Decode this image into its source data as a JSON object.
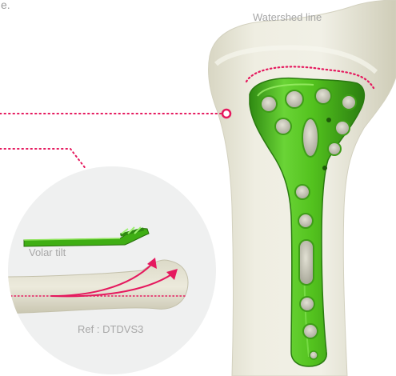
{
  "labels": {
    "top_fragment": "e.",
    "watershed": "Watershed line",
    "volar_tilt": "Volar tilt",
    "reference": "Ref : DTDVS3"
  },
  "icons": {
    "callout_dot": "callout-ring-marker",
    "arrow": "curved-arrow"
  },
  "colors": {
    "accent": "#e5195e",
    "plate_green": "#4fc41e",
    "plate_dark": "#2f8a12",
    "bone": "#ecebdc",
    "bone_shadow": "#cfcdb9",
    "circle_bg": "#eff0f0",
    "text": "#9b9b9b"
  }
}
